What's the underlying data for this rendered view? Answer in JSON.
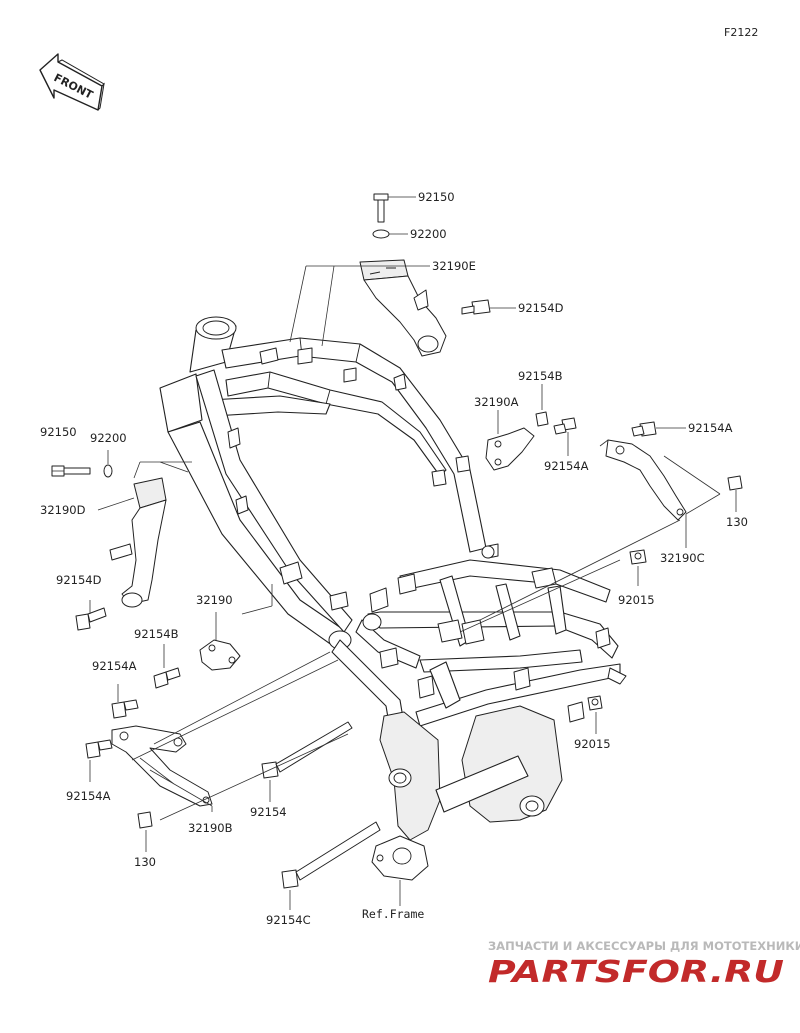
{
  "figure_code": "F2122",
  "front_badge": "FRONT",
  "reference_label": "Ref.Frame",
  "callouts": [
    {
      "id": "92150-top",
      "text": "92150"
    },
    {
      "id": "92200-top",
      "text": "92200"
    },
    {
      "id": "32190E",
      "text": "32190E"
    },
    {
      "id": "92154D-top",
      "text": "92154D"
    },
    {
      "id": "92154B-top",
      "text": "92154B"
    },
    {
      "id": "32190A",
      "text": "32190A"
    },
    {
      "id": "92154A-mid",
      "text": "92154A"
    },
    {
      "id": "92154A-right",
      "text": "92154A"
    },
    {
      "id": "130-right",
      "text": "130"
    },
    {
      "id": "32190C",
      "text": "32190C"
    },
    {
      "id": "92015-upper",
      "text": "92015"
    },
    {
      "id": "92015-lower",
      "text": "92015"
    },
    {
      "id": "92150-left",
      "text": "92150"
    },
    {
      "id": "92200-left",
      "text": "92200"
    },
    {
      "id": "32190D",
      "text": "32190D"
    },
    {
      "id": "92154D-left",
      "text": "92154D"
    },
    {
      "id": "32190",
      "text": "32190"
    },
    {
      "id": "92154B-left",
      "text": "92154B"
    },
    {
      "id": "92154A-left",
      "text": "92154A"
    },
    {
      "id": "92154A-lower",
      "text": "92154A"
    },
    {
      "id": "32190B",
      "text": "32190B"
    },
    {
      "id": "92154",
      "text": "92154"
    },
    {
      "id": "130-bottom",
      "text": "130"
    },
    {
      "id": "92154C",
      "text": "92154C"
    }
  ],
  "watermark": {
    "tagline": "ЗАПЧАСТИ И АКСЕССУАРЫ ДЛЯ МОТОТЕХНИКИ",
    "brand": "PARTSFOR.RU",
    "brand_color": "#c22a2a"
  }
}
